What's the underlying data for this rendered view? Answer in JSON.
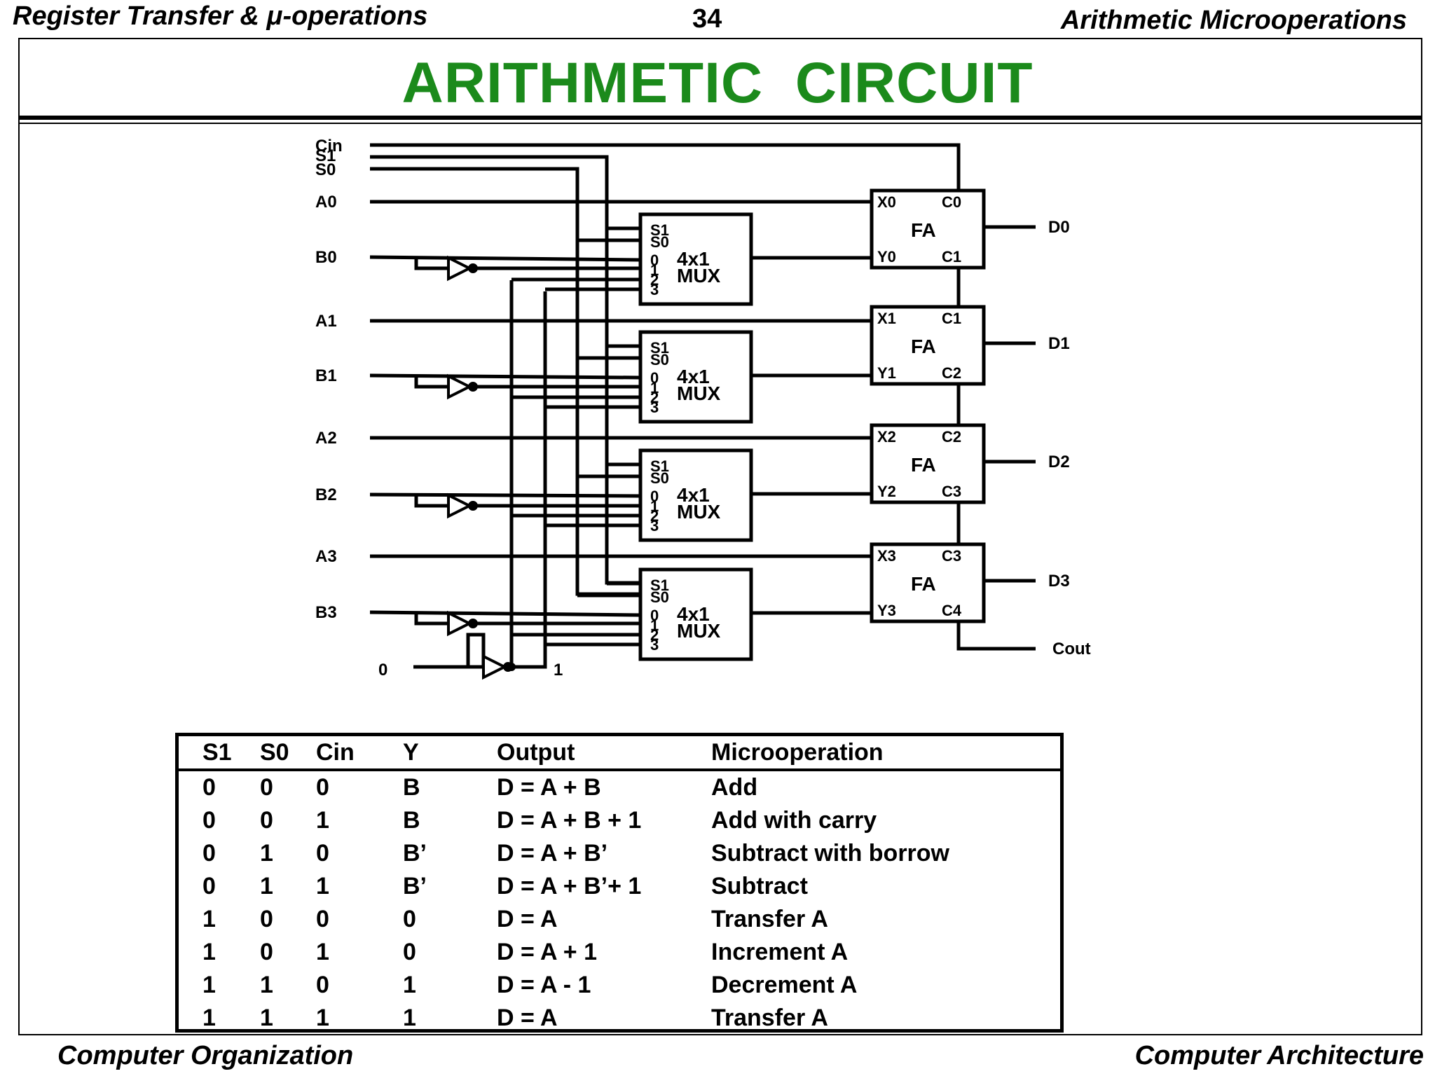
{
  "header": {
    "left": "Register Transfer & μ-operations",
    "page_number": "34",
    "right": "Arithmetic Microoperations"
  },
  "title": "ARITHMETIC  CIRCUIT",
  "diagram": {
    "control_inputs": [
      "Cin",
      "S1",
      "S0"
    ],
    "data_inputs": [
      "A0",
      "B0",
      "A1",
      "B1",
      "A2",
      "B2",
      "A3",
      "B3"
    ],
    "constant_zero": "0",
    "constant_one": "1",
    "mux": {
      "select_pins": [
        "S1",
        "S0"
      ],
      "data_pins": [
        "0",
        "1",
        "2",
        "3"
      ],
      "label_line1": "4x1",
      "label_line2": "MUX"
    },
    "full_adders": [
      {
        "x": "X0",
        "y": "Y0",
        "cin": "C0",
        "cout": "C1",
        "label": "FA"
      },
      {
        "x": "X1",
        "y": "Y1",
        "cin": "C1",
        "cout": "C2",
        "label": "FA"
      },
      {
        "x": "X2",
        "y": "Y2",
        "cin": "C2",
        "cout": "C3",
        "label": "FA"
      },
      {
        "x": "X3",
        "y": "Y3",
        "cin": "C3",
        "cout": "C4",
        "label": "FA"
      }
    ],
    "outputs": [
      "D0",
      "D1",
      "D2",
      "D3"
    ],
    "carry_out": "Cout"
  },
  "truth_table": {
    "headers": [
      "S1",
      "S0",
      "Cin",
      "Y",
      "Output",
      "Microoperation"
    ],
    "rows": [
      [
        "0",
        "0",
        "0",
        "B",
        "D = A + B",
        "Add"
      ],
      [
        "0",
        "0",
        "1",
        "B",
        "D = A + B + 1",
        "Add with carry"
      ],
      [
        "0",
        "1",
        "0",
        "B’",
        "D = A + B’",
        "Subtract with borrow"
      ],
      [
        "0",
        "1",
        "1",
        "B’",
        "D = A + B’+ 1",
        "Subtract"
      ],
      [
        "1",
        "0",
        "0",
        "0",
        "D = A",
        "Transfer A"
      ],
      [
        "1",
        "0",
        "1",
        "0",
        "D = A + 1",
        "Increment A"
      ],
      [
        "1",
        "1",
        "0",
        "1",
        "D = A - 1",
        "Decrement A"
      ],
      [
        "1",
        "1",
        "1",
        "1",
        "D = A",
        "Transfer A"
      ]
    ]
  },
  "footer": {
    "left": "Computer Organization",
    "right": "Computer Architecture"
  }
}
